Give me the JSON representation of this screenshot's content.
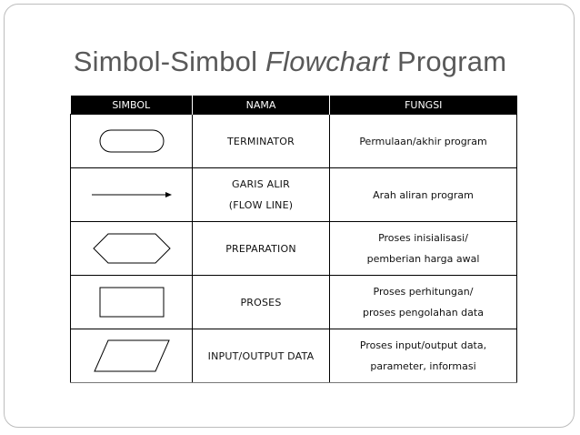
{
  "title": {
    "part1": "Simbol-Simbol ",
    "italic": "Flowchart",
    "part2": " Program"
  },
  "table": {
    "headers": [
      "SIMBOL",
      "NAMA",
      "FUNGSI"
    ],
    "rows": [
      {
        "symbol_icon": "terminator-icon",
        "name": "TERMINATOR",
        "func1": "Permulaan/akhir program",
        "func2": ""
      },
      {
        "symbol_icon": "flow-line-arrow-icon",
        "name": "GARIS ALIR",
        "name2": "(FLOW LINE)",
        "func1": "Arah aliran program",
        "func2": ""
      },
      {
        "symbol_icon": "preparation-hexagon-icon",
        "name": "PREPARATION",
        "func1": "Proses inisialisasi/",
        "func2": "pemberian harga awal"
      },
      {
        "symbol_icon": "process-rectangle-icon",
        "name": "PROSES",
        "func1": "Proses perhitungan/",
        "func2": "proses pengolahan data"
      },
      {
        "symbol_icon": "input-output-parallelogram-icon",
        "name": "INPUT/OUTPUT DATA",
        "func1": "Proses input/output data,",
        "func2": "parameter, informasi"
      }
    ]
  }
}
